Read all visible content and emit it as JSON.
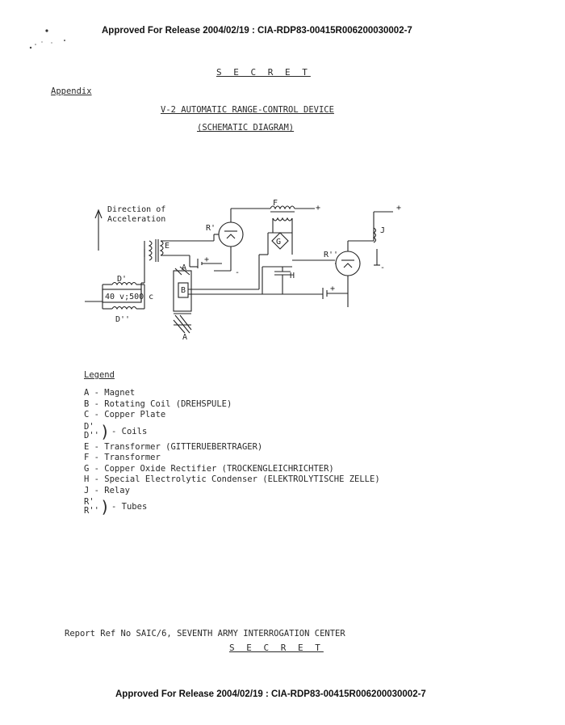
{
  "header": {
    "release_line": "Approved For Release 2004/02/19 : CIA-RDP83-00415R006200030002-7"
  },
  "classification_top": "S E C R E T",
  "appendix_label": "Appendix",
  "title": "V-2 AUTOMATIC RANGE-CONTROL DEVICE",
  "subtitle": "(SCHEMATIC DIAGRAM)",
  "diagram": {
    "direction_line1": "Direction of",
    "direction_line2": "Acceleration",
    "label_F": "F",
    "label_R1": "R'",
    "label_E": "E",
    "label_G": "G",
    "label_A_top": "A",
    "label_A_bottom": "A",
    "label_B": "B",
    "label_D1": "D'",
    "label_D2": "D''",
    "label_coil_value": "40 v;500 c",
    "label_H": "H",
    "label_R2": "R''",
    "label_J": "J",
    "plus": "+",
    "minus": "-"
  },
  "legend": {
    "heading": "Legend",
    "items": [
      "A - Magnet",
      "B - Rotating Coil (DREHSPULE)",
      "C - Copper Plate"
    ],
    "d_pair": {
      "top": "D'",
      "bottom": "D''",
      "desc": "- Coils"
    },
    "items2": [
      "E - Transformer (GITTERUEBERTRAGER)",
      "F - Transformer",
      "G - Copper Oxide Rectifier (TROCKENGLEICHRICHTER)",
      "H - Special Electrolytic Condenser (ELEKTROLYTISCHE ZELLE)",
      "J - Relay"
    ],
    "r_pair": {
      "top": "R'",
      "bottom": "R''",
      "desc": "- Tubes"
    }
  },
  "report_ref": "Report Ref No SAIC/6, SEVENTH ARMY INTERROGATION CENTER",
  "classification_bottom": "S E C R E T",
  "footer": {
    "release_line": "Approved For Release 2004/02/19 : CIA-RDP83-00415R006200030002-7"
  }
}
